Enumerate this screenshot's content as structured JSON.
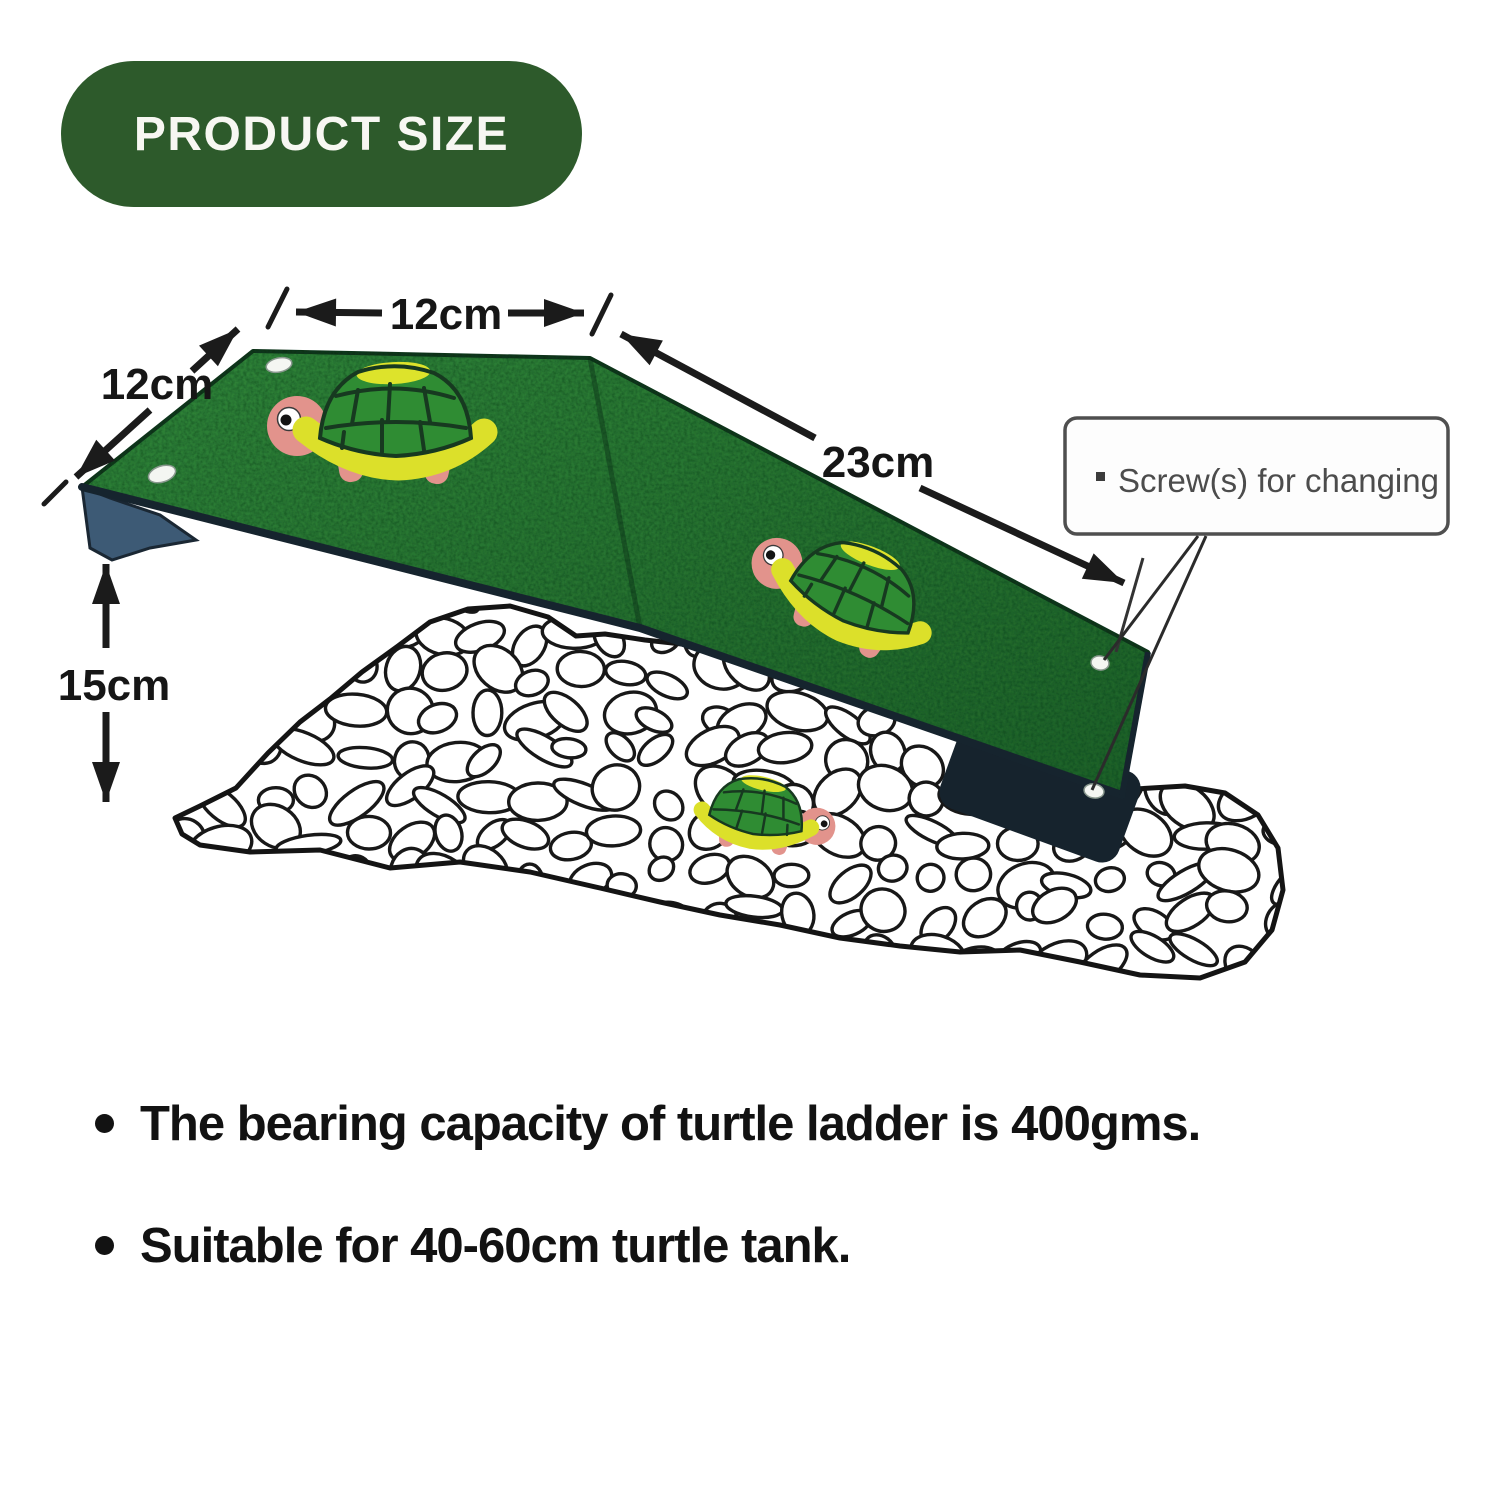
{
  "badge": {
    "label": "PRODUCT SIZE"
  },
  "diagram": {
    "dim_top_width": "12cm",
    "dim_depth": "12cm",
    "dim_slope_length": "23cm",
    "dim_height": "15cm",
    "callout_label": "Screw(s) for changing"
  },
  "bullets": [
    {
      "text": "The bearing capacity of turtle ladder is 400gms."
    },
    {
      "text": "Suitable for 40-60cm turtle tank."
    }
  ],
  "colors": {
    "badge-green": "#2d5a2b",
    "ramp-green": "#27762f",
    "ramp-edge": "#16242e",
    "shell-green": "#2f8c33",
    "turtle-yellow": "#dce02a",
    "turtle-skin": "#e2938c",
    "ink": "#1b1b1b",
    "callout-ink": "#4c4c4c"
  }
}
